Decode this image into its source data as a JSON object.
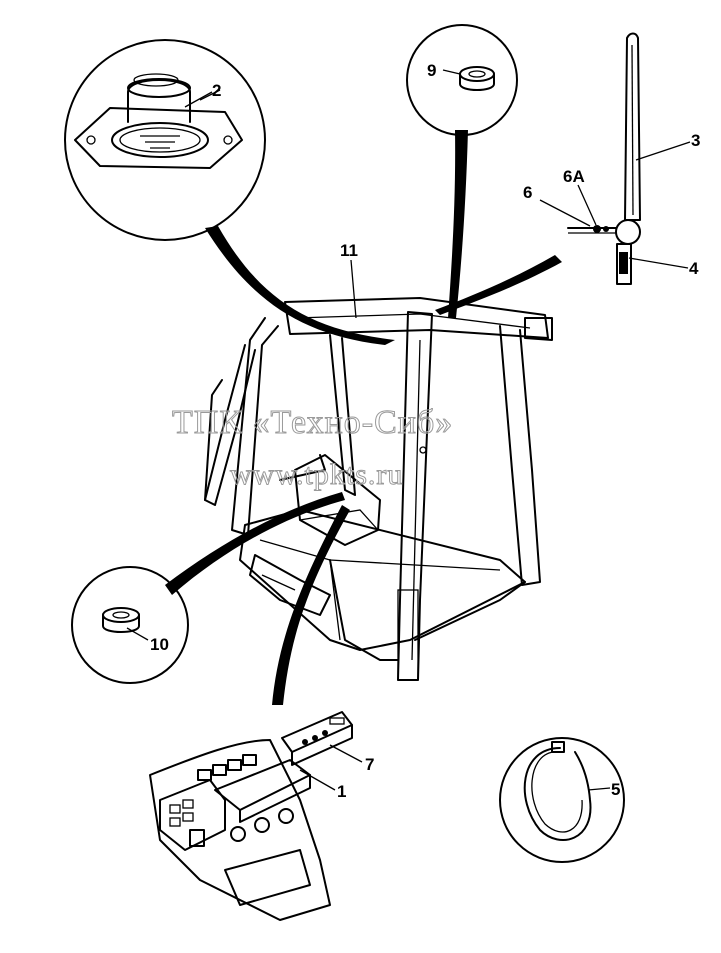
{
  "watermark": {
    "line1": "ТПК «Техно-Сиб»",
    "line2": "www.tpkts.ru"
  },
  "callouts": {
    "c1": "1",
    "c2": "2",
    "c3": "3",
    "c4": "4",
    "c5": "5",
    "c6": "6",
    "c6a": "6A",
    "c7": "7",
    "c9": "9",
    "c10": "10",
    "c11": "11"
  },
  "colors": {
    "line": "#000000",
    "watermark": "#9a9a9a",
    "background": "#ffffff"
  }
}
